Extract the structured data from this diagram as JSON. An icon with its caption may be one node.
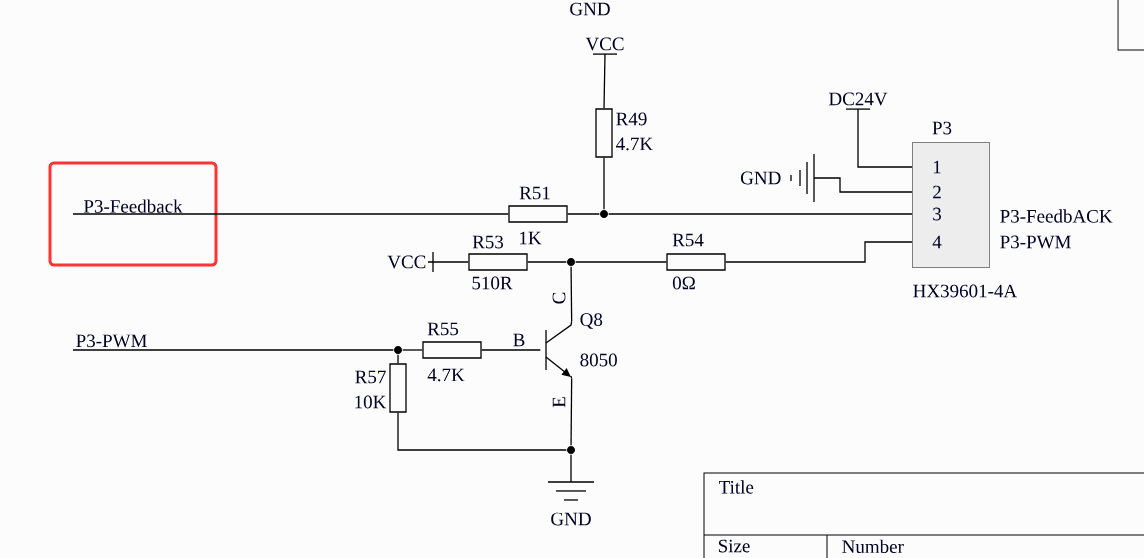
{
  "diagram": {
    "nodes": [
      {
        "text": [
          "P3-Feedback"
        ]
      },
      {
        "text": [
          "VCC"
        ]
      },
      {
        "text": [],
        "shape": "box",
        "beside": [
          "R49",
          "4.7K"
        ]
      },
      {
        "text": [
          "DC24V"
        ]
      },
      {
        "text": [
          "1",
          "2",
          "3",
          "4"
        ],
        "beside": [
          "P3",
          "P3-FeedbACK",
          "P3-PWM",
          "HX39601-4A"
        ]
      },
      {
        "text": [
          "GND"
        ]
      },
      {
        "text": [],
        "shape": "box",
        "beside": [
          "R51",
          "1K"
        ]
      },
      {
        "text": [
          "VCC"
        ]
      },
      {
        "text": [],
        "shape": "box",
        "beside": [
          "R53",
          "510R"
        ]
      },
      {
        "text": [],
        "shape": "box",
        "beside": [
          "R54",
          "0Ω"
        ]
      },
      {
        "text": [
          "P3-PWM"
        ]
      },
      {
        "text": [],
        "shape": "box",
        "beside": [
          "R55",
          "4.7K"
        ]
      },
      {
        "text": [],
        "shape": "transistor",
        "beside": [
          "C",
          "B",
          "Q8",
          "8050",
          "E"
        ]
      },
      {
        "text": [],
        "shape": "box",
        "beside": [
          "R57",
          "10K"
        ]
      },
      {
        "text": [
          "GND"
        ]
      },
      {
        "text": [],
        "shape": "circle"
      },
      {
        "text": [],
        "shape": "circle"
      },
      {
        "text": [],
        "shape": "circle"
      },
      {
        "text": [],
        "shape": "circle"
      }
    ],
    "edges": [
      {
        "from": 0,
        "to": 6,
        "arrow": "none"
      },
      {
        "from": 1,
        "to": 2,
        "arrow": "none"
      },
      {
        "from": 2,
        "to": 15,
        "arrow": "none"
      },
      {
        "from": 6,
        "to": 15,
        "arrow": "none"
      },
      {
        "from": 15,
        "to": 4,
        "arrow": "none"
      },
      {
        "from": 3,
        "to": 4,
        "arrow": "none"
      },
      {
        "from": 5,
        "to": 4,
        "arrow": "none"
      },
      {
        "from": 7,
        "to": 8,
        "arrow": "none"
      },
      {
        "from": 8,
        "to": 16,
        "arrow": "none"
      },
      {
        "from": 16,
        "to": 9,
        "arrow": "none"
      },
      {
        "from": 9,
        "to": 4,
        "arrow": "none"
      },
      {
        "from": 16,
        "to": 12,
        "arrow": "none"
      },
      {
        "from": 10,
        "to": 17,
        "arrow": "none"
      },
      {
        "from": 17,
        "to": 11,
        "arrow": "none"
      },
      {
        "from": 11,
        "to": 12,
        "arrow": "none"
      },
      {
        "from": 17,
        "to": 13,
        "arrow": "none"
      },
      {
        "from": 13,
        "to": 18,
        "arrow": "none"
      },
      {
        "from": 12,
        "to": 18,
        "arrow": "none"
      },
      {
        "from": 18,
        "to": 14,
        "arrow": "none"
      }
    ],
    "labels": [
      "GND",
      "Title",
      "Size",
      "Number"
    ]
  }
}
